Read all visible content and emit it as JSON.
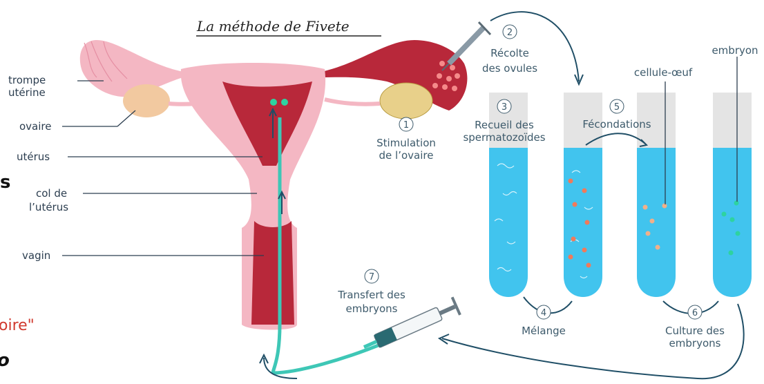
{
  "title": "La méthode de Fivete",
  "fragments": {
    "left_bold": "s",
    "left_red": "oire\"",
    "left_bold_italic": "o"
  },
  "anatomy_labels": {
    "trompe_1": "trompe",
    "trompe_2": "utérine",
    "ovaire": "ovaire",
    "uterus": "utérus",
    "col_1": "col de",
    "col_2": "l’utérus",
    "vagin": "vagin"
  },
  "steps": {
    "s1": {
      "num": "1",
      "line1": "Stimulation",
      "line2": "de l’ovaire"
    },
    "s2": {
      "num": "2",
      "line1": "Récolte",
      "line2": "des ovules"
    },
    "s3": {
      "num": "3",
      "line1": "Recueil des",
      "line2": "spermatozoïdes"
    },
    "s4": {
      "num": "4",
      "line1": "Mélange"
    },
    "s5": {
      "num": "5",
      "line1": "Fécondations"
    },
    "s6": {
      "num": "6",
      "line1": "Culture des",
      "line2": "embryons"
    },
    "s7": {
      "num": "7",
      "line1": "Transfert des",
      "line2": "embryons"
    }
  },
  "tube_labels": {
    "cellule": "cellule-œuf",
    "embryon": "embryon"
  },
  "colors": {
    "uterus_pink": "#f4b7c3",
    "uterus_red": "#b8283a",
    "ovary": "#f2c9a0",
    "tube_blue": "#41c4ee",
    "tube_gray": "#e4e4e4",
    "arrow": "#1f4e66",
    "catheter": "#3ec7b6"
  }
}
